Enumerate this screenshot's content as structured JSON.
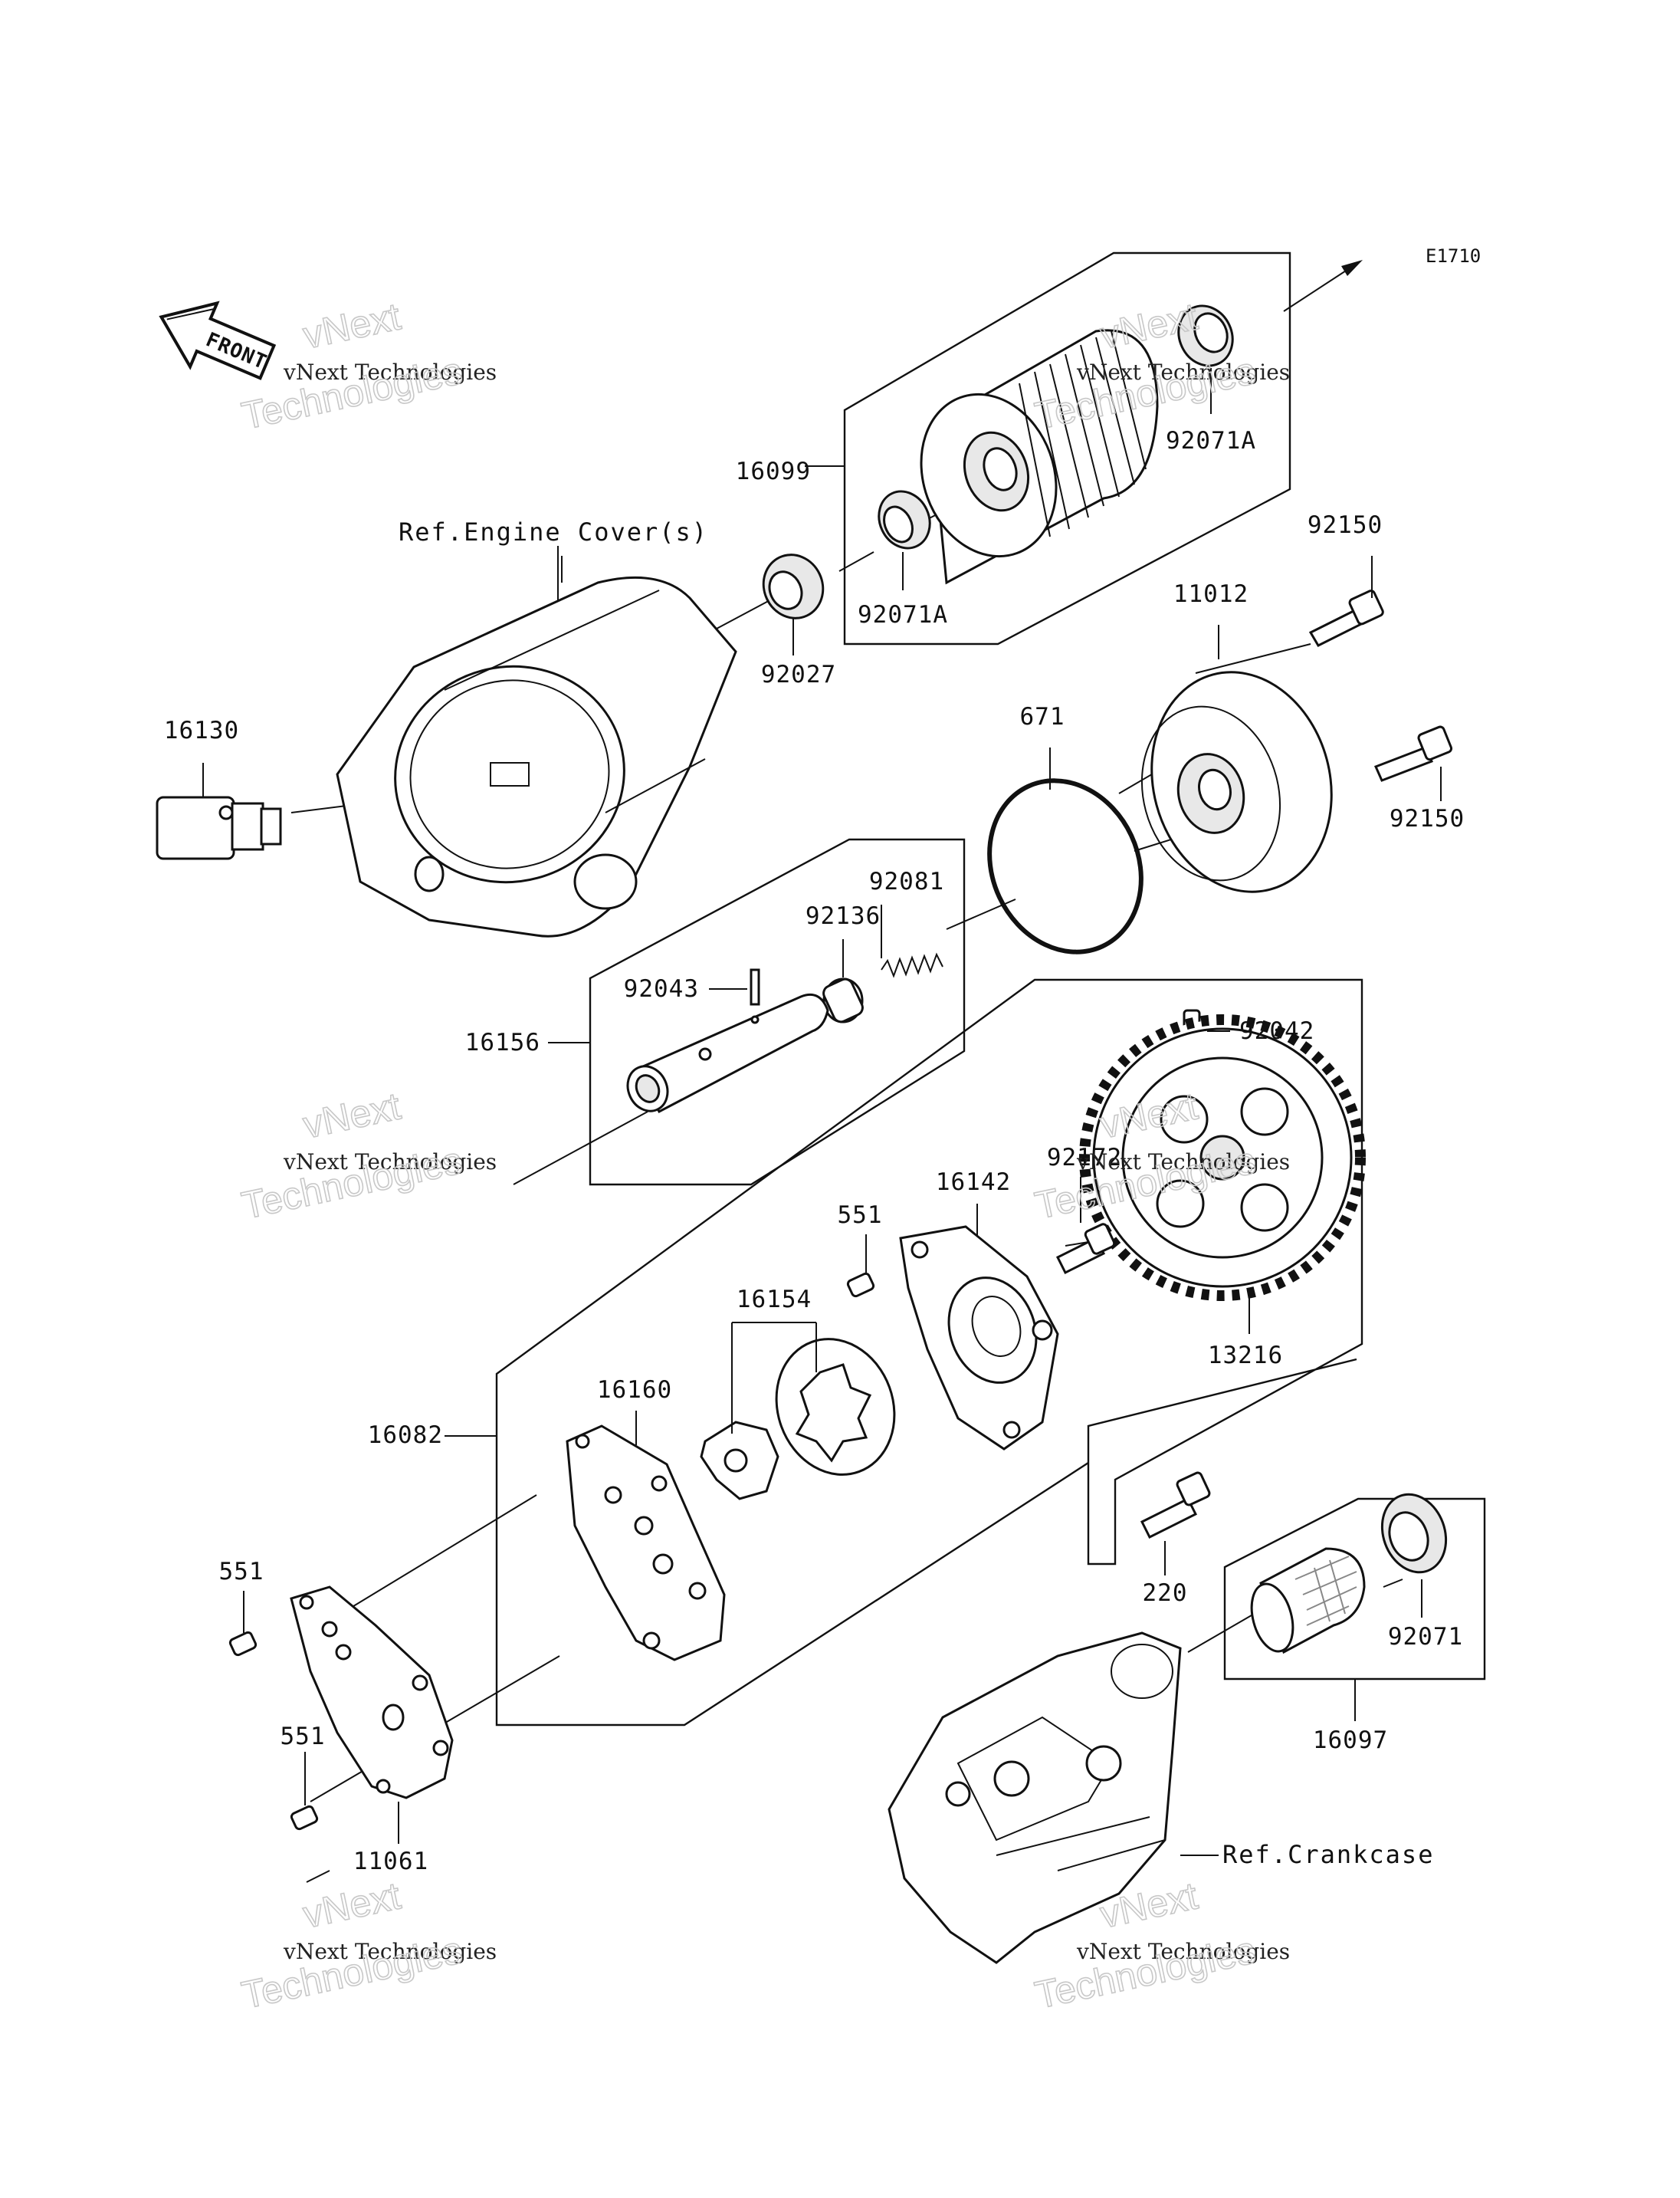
{
  "diagram_code": "E1710",
  "front_label": "FRONT",
  "references": {
    "engine_cover": "Ref.Engine Cover(s)",
    "crankcase": "Ref.Crankcase"
  },
  "parts": {
    "p16099": "16099",
    "p92071A_top": "92071A",
    "p92071A_mid": "92071A",
    "p92027": "92027",
    "p92150_top": "92150",
    "p11012": "11012",
    "p92150_right": "92150",
    "p16130": "16130",
    "p671": "671",
    "p92081": "92081",
    "p92136": "92136",
    "p92043": "92043",
    "p16156": "16156",
    "p92042": "92042",
    "p92172": "92172",
    "p16142": "16142",
    "p551_top": "551",
    "p16154": "16154",
    "p13216": "13216",
    "p16160": "16160",
    "p16082": "16082",
    "p220": "220",
    "p92071": "92071",
    "p551_left": "551",
    "p551_bottom": "551",
    "p11061": "11061",
    "p16097": "16097"
  },
  "watermark": {
    "line1": "vNext Technologies",
    "line2": "vNext",
    "line3": "Technologies"
  }
}
